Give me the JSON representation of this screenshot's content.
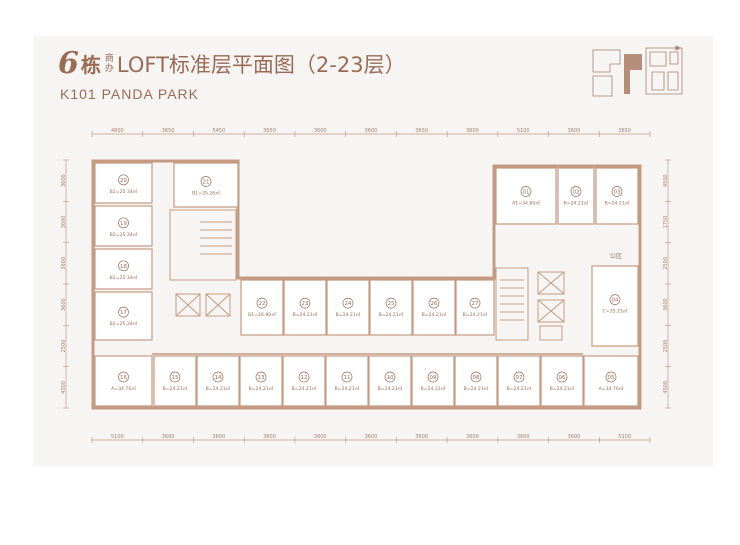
{
  "title": {
    "building_no": "6",
    "building_suffix": "栋",
    "tag_top": "商",
    "tag_bottom": "办",
    "main": "LOFT标准层平面图（2-23层）"
  },
  "subtitle": "K101 PANDA PARK",
  "dimensions": {
    "top": [
      "4800",
      "3650",
      "5450",
      "3650",
      "3600",
      "3600",
      "3650",
      "3600",
      "5100",
      "3600",
      "3650"
    ],
    "bottom": [
      "5100",
      "3600",
      "3600",
      "3600",
      "3600",
      "3600",
      "3600",
      "3600",
      "3600",
      "3600",
      "5100"
    ],
    "left": [
      "3600",
      "3600",
      "3600",
      "3600",
      "2500",
      "4500"
    ],
    "right": [
      "4500",
      "1750",
      "2500",
      "3600",
      "2500",
      "4500"
    ]
  },
  "rooms": [
    {
      "no": "20",
      "area": "B2=25.34㎡"
    },
    {
      "no": "19",
      "area": "B2=25.34㎡"
    },
    {
      "no": "18",
      "area": "B2=25.34㎡"
    },
    {
      "no": "17",
      "area": "B2=25.34㎡"
    },
    {
      "no": "21",
      "area": "B1=35.26㎡"
    },
    {
      "no": "22",
      "area": "B1=26.80㎡"
    },
    {
      "no": "23",
      "area": "B=24.21㎡"
    },
    {
      "no": "24",
      "area": "B=24.21㎡"
    },
    {
      "no": "25",
      "area": "B=24.21㎡"
    },
    {
      "no": "26",
      "area": "B=24.21㎡"
    },
    {
      "no": "27",
      "area": "B=24.21㎡"
    },
    {
      "no": "16",
      "area": "A=34.76㎡"
    },
    {
      "no": "15",
      "area": "B=24.21㎡"
    },
    {
      "no": "14",
      "area": "B=24.21㎡"
    },
    {
      "no": "13",
      "area": "B=24.21㎡"
    },
    {
      "no": "12",
      "area": "B=24.21㎡"
    },
    {
      "no": "11",
      "area": "B=24.21㎡"
    },
    {
      "no": "10",
      "area": "B=24.21㎡"
    },
    {
      "no": "09",
      "area": "B=24.21㎡"
    },
    {
      "no": "08",
      "area": "B=24.21㎡"
    },
    {
      "no": "07",
      "area": "B=24.21㎡"
    },
    {
      "no": "06",
      "area": "B=24.21㎡"
    },
    {
      "no": "05",
      "area": "A=34.76㎡"
    },
    {
      "no": "01",
      "area": "A1=34.89㎡"
    },
    {
      "no": "02",
      "area": "B=24.21㎡"
    },
    {
      "no": "03",
      "area": "B=24.21㎡"
    },
    {
      "no": "04",
      "area": "C=35.15㎡"
    }
  ],
  "labels": {
    "public_area": "公区"
  },
  "colors": {
    "accent": "#9a6b55",
    "wall": "#c49a82",
    "wall_dark": "#a7806b",
    "panel": "#f7f5f3",
    "room_fill": "#ffffff"
  }
}
